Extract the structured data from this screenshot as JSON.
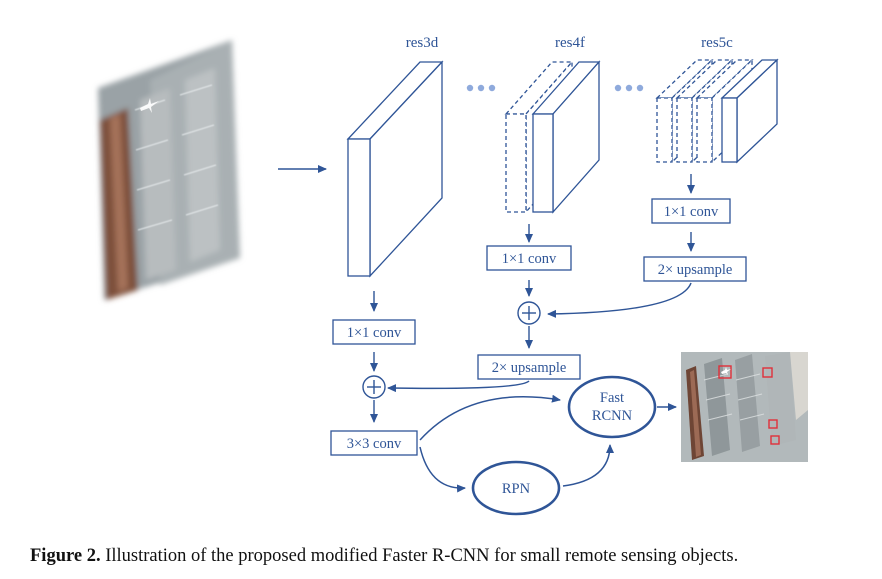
{
  "stages": {
    "res3d": "res3d",
    "res4f": "res4f",
    "res5c": "res5c"
  },
  "boxes": {
    "res3d_conv1x1": "1×1 conv",
    "res4f_conv1x1": "1×1 conv",
    "res5c_conv1x1": "1×1 conv",
    "res5c_upsample": "2× upsample",
    "res4f_upsample": "2× upsample",
    "conv3x3": "3×3 conv"
  },
  "nodes": {
    "fast_rcnn_line1": "Fast",
    "fast_rcnn_line2": "RCNN",
    "rpn": "RPN"
  },
  "caption": {
    "label": "Figure 2.",
    "text": " Illustration of the proposed modified Faster R-CNN for small remote sensing objects."
  },
  "colors": {
    "accent": "#2f5597",
    "text": "#111111"
  },
  "icons": {
    "ellipsis": "dots-icon",
    "sum": "plus-circle-icon"
  }
}
